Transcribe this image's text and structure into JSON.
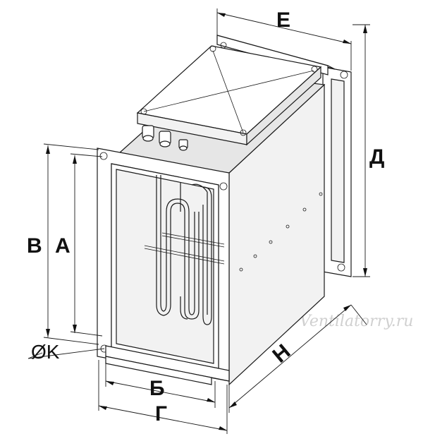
{
  "labels": {
    "E": "Е",
    "D": "Д",
    "V": "В",
    "A": "А",
    "K": "ØK",
    "H": "Н",
    "B": "Б",
    "G": "Г"
  },
  "watermark": "Ventilatorry.ru"
}
